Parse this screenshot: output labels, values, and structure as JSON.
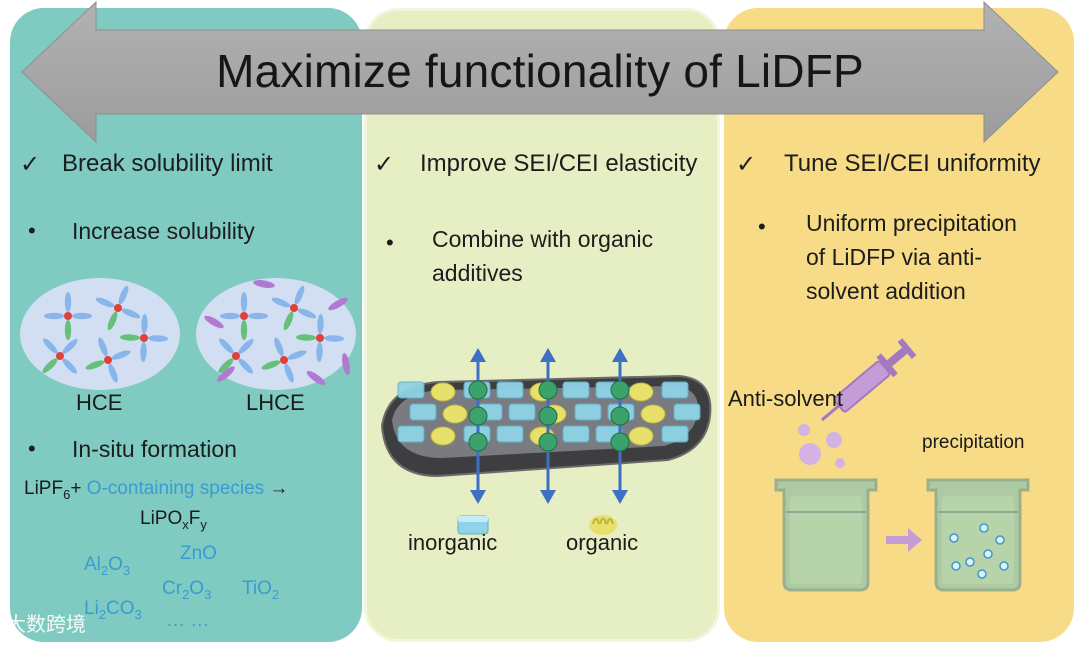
{
  "banner": {
    "title": "Maximize functionality of LiDFP"
  },
  "left": {
    "heading": "Break solubility limit",
    "bullet1": "Increase solubility",
    "cluster1_label": "HCE",
    "cluster2_label": "LHCE",
    "bullet2": "In-situ formation",
    "reaction": {
      "reactant": "LiPF",
      "reactant_sub": "6",
      "plus": "+",
      "species": "O-containing species",
      "arrow": "→",
      "product_a": "LiPO",
      "product_sub_x": "x",
      "product_b": "F",
      "product_sub_y": "y"
    },
    "compounds": {
      "al2o3_a": "Al",
      "al2o3_s1": "2",
      "al2o3_b": "O",
      "al2o3_s2": "3",
      "zno": "ZnO",
      "cr2o3_a": "Cr",
      "cr2o3_s1": "2",
      "cr2o3_b": "O",
      "cr2o3_s2": "3",
      "tio2_a": "TiO",
      "tio2_s": "2",
      "li2co3_a": "Li",
      "li2co3_s1": "2",
      "li2co3_b": "CO",
      "li2co3_s2": "3",
      "ellipsis": "… …"
    }
  },
  "middle": {
    "heading": "Improve SEI/CEI elasticity",
    "bullet_line1": "Combine with organic",
    "bullet_line2": "additives",
    "legend_inorganic": "inorganic",
    "legend_organic": "organic"
  },
  "right": {
    "heading": "Tune SEI/CEI uniformity",
    "bullet_line1": "Uniform precipitation",
    "bullet_line2": "of LiDFP via anti-",
    "bullet_line3": "solvent addition",
    "antisolvent_label": "Anti-solvent",
    "precipitation_label": "precipitation"
  },
  "glyphs": {
    "check": "✓",
    "bullet": "•"
  },
  "watermark": "大数跨境",
  "colors": {
    "left_panel": "#7fcbc2",
    "middle_panel": "#e6efc4",
    "right_panel": "#f7db86",
    "arrow": "#a4a4a4",
    "chem_text": "#3a9bd0",
    "inorganic": "#8fd3e6",
    "organic": "#e7e06a"
  }
}
